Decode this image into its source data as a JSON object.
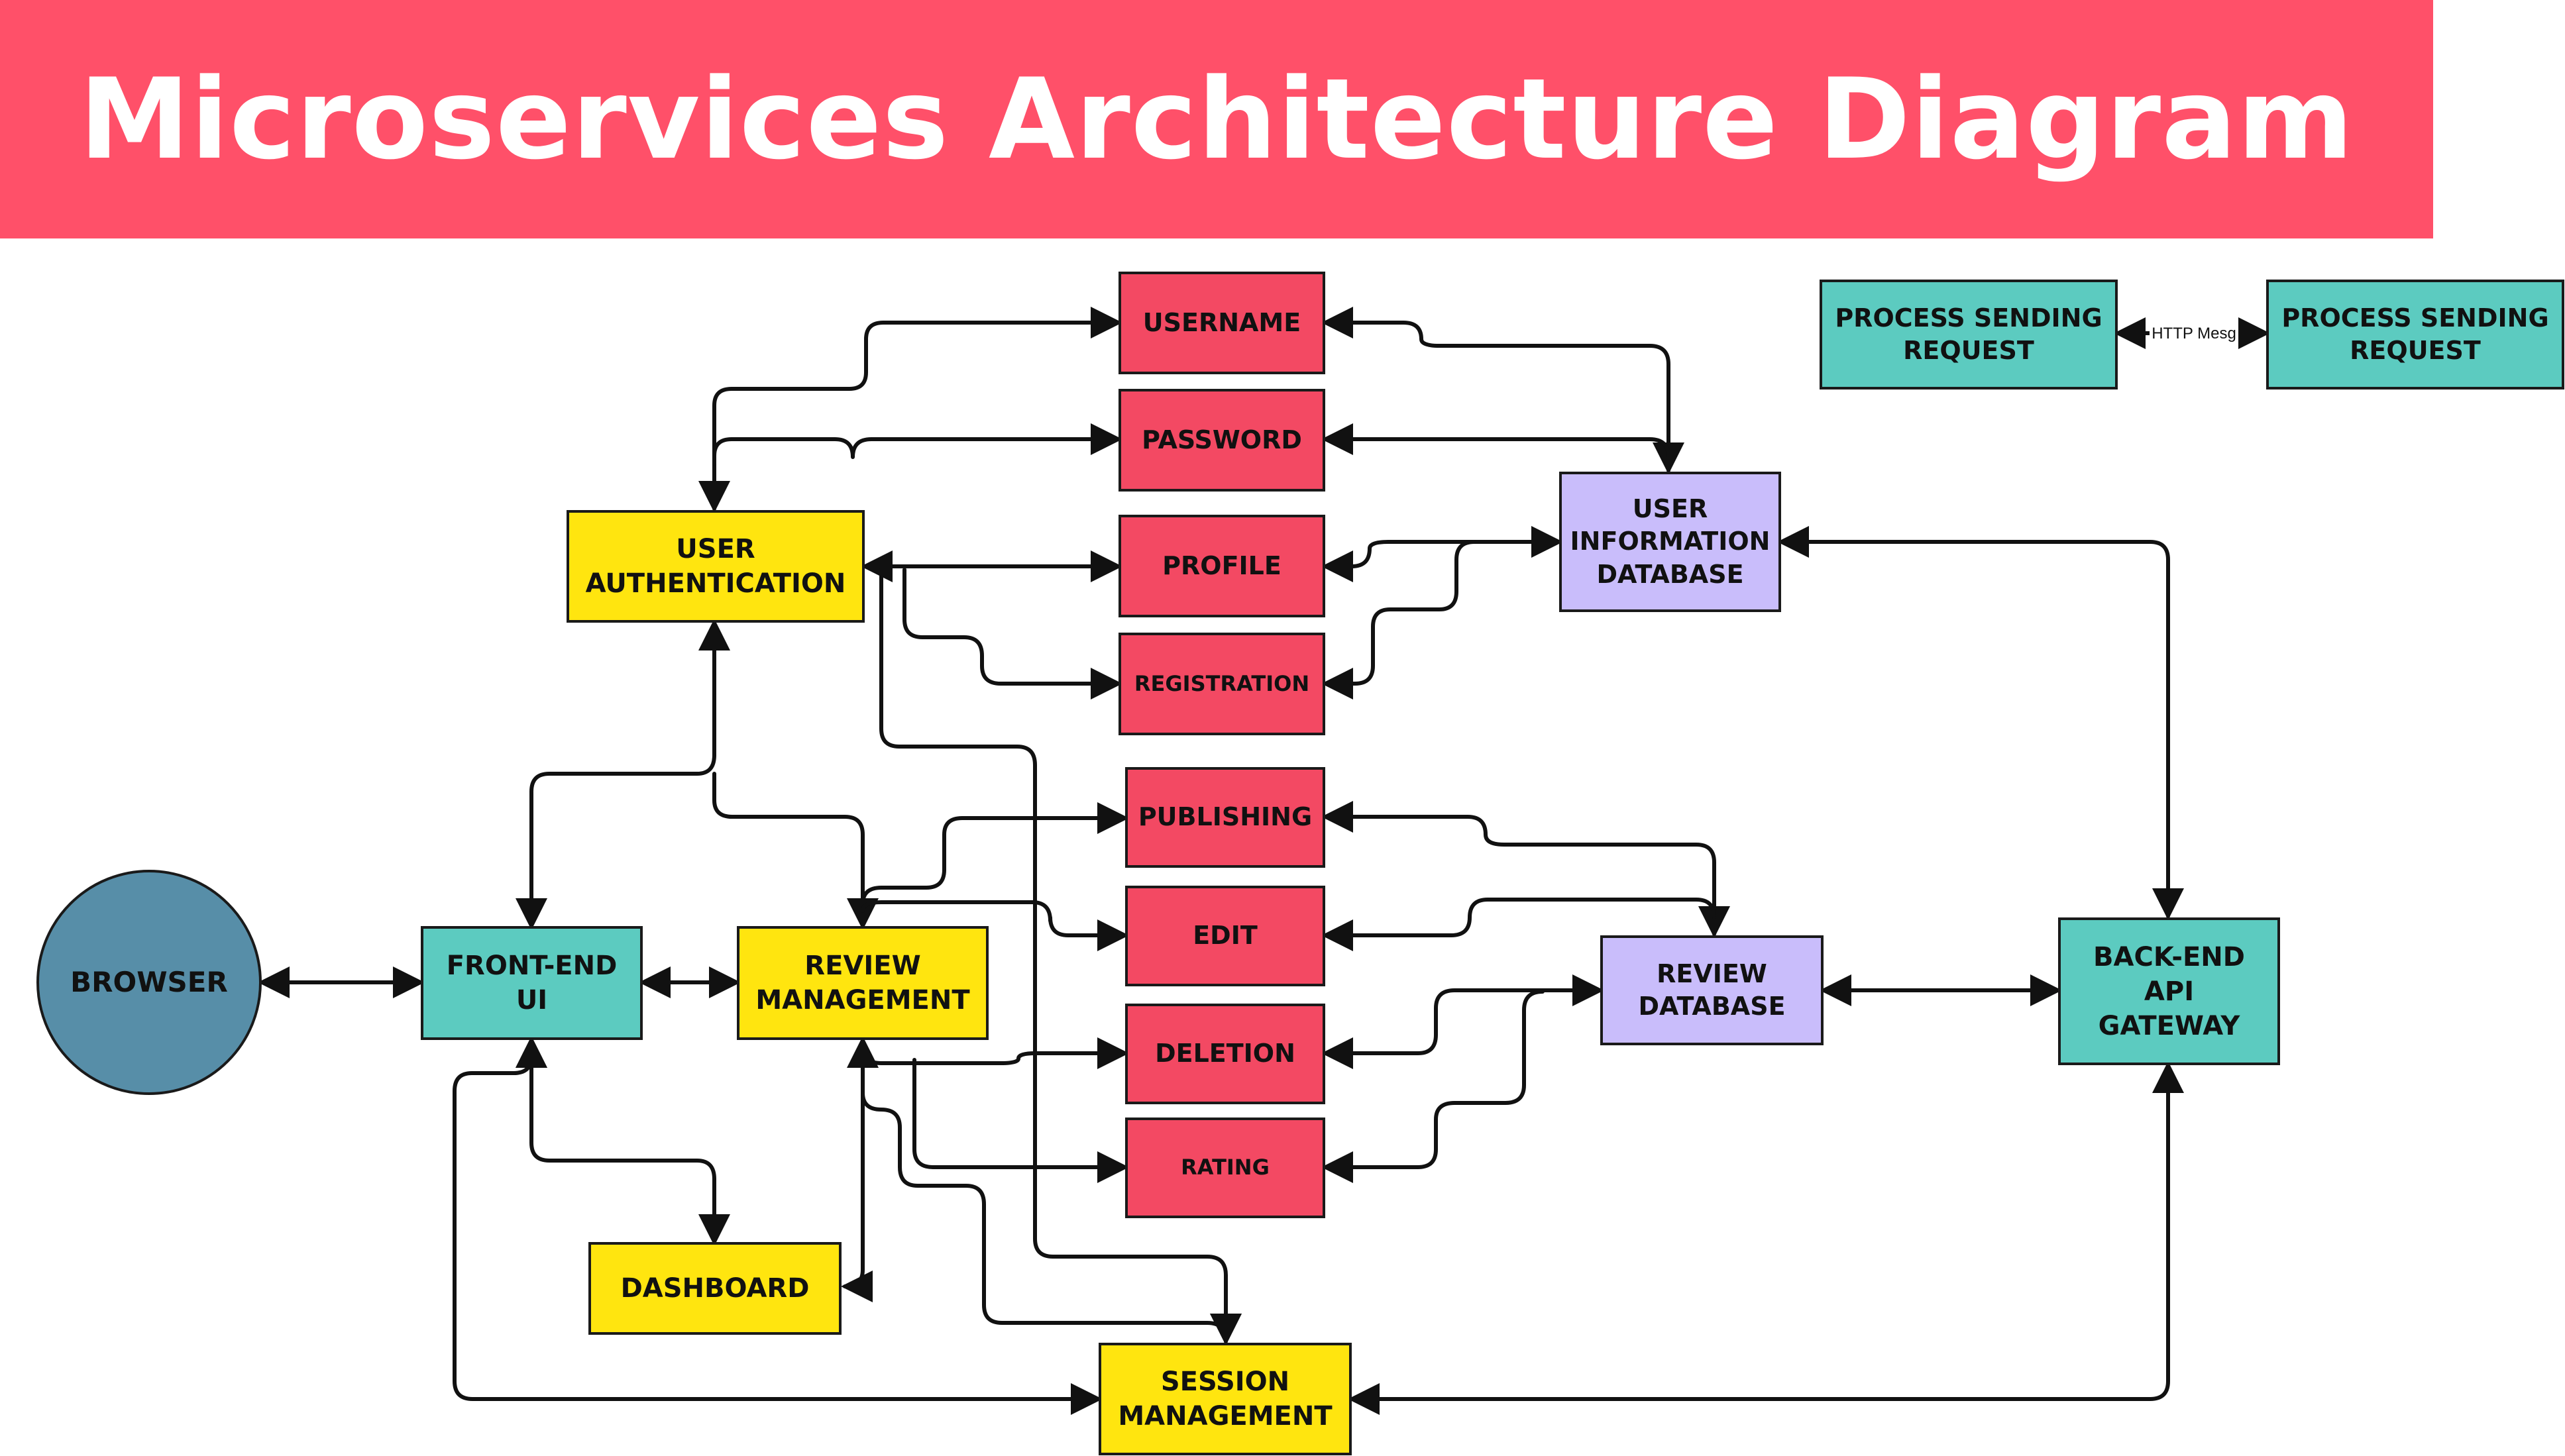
{
  "title": "Microservices Architecture Diagram",
  "colors": {
    "title_bar": "#ff5069",
    "red_service": "#f34963",
    "yellow_service": "#ffe50f",
    "teal_service": "#5ccbc0",
    "purple_database": "#c9bdfb",
    "browser_circle": "#578ea8",
    "connector": "#111111"
  },
  "nodes": {
    "browser": "BROWSER",
    "frontend": "FRONT-END\nUI",
    "user_auth": "USER\nAUTHENTICATION",
    "review_mgmt": "REVIEW\nMANAGEMENT",
    "dashboard": "DASHBOARD",
    "session_mgmt": "SESSION\nMANAGEMENT",
    "username": "USERNAME",
    "password": "PASSWORD",
    "profile": "PROFILE",
    "registration": "REGISTRATION",
    "publishing": "PUBLISHING",
    "edit": "EDIT",
    "deletion": "DELETION",
    "rating": "RATING",
    "user_info_db": "USER\nINFORMATION\nDATABASE",
    "review_db": "REVIEW\nDATABASE",
    "api_gateway": "BACK-END\nAPI\nGATEWAY"
  },
  "legend": {
    "process_left": "PROCESS SENDING\nREQUEST",
    "process_right": "PROCESS SENDING\nREQUEST",
    "connector_label": "HTTP Mesg"
  }
}
